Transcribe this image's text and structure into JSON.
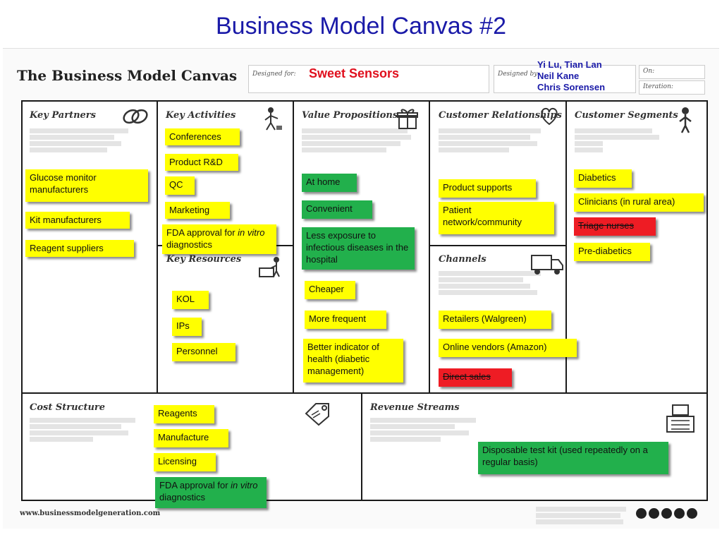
{
  "slide_title": "Business Model Canvas #2",
  "canvas": {
    "brand": "The Business Model Canvas",
    "designed_for_label": "Designed for:",
    "designed_by_label": "Designed by:",
    "on_label": "On:",
    "iteration_label": "Iteration:",
    "project_name": "Sweet Sensors",
    "authors": [
      "Yi Lu, Tian Lan",
      "Neil Kane",
      "Chris Sorensen"
    ],
    "footer_url": "www.businessmodelgeneration.com"
  },
  "sections": {
    "key_partners": {
      "title": "Key Partners",
      "notes": [
        "Glucose monitor manufacturers",
        "Kit manufacturers",
        "Reagent suppliers"
      ]
    },
    "key_activities": {
      "title": "Key Activities",
      "notes": [
        "Conferences",
        "Product R&D",
        "QC",
        "Marketing"
      ],
      "fda_note": {
        "before": "FDA approval for ",
        "italic": "in vitro",
        "after": " diagnostics"
      }
    },
    "key_resources": {
      "title": "Key Resources",
      "notes": [
        "KOL",
        "IPs",
        "Personnel"
      ]
    },
    "value_propositions": {
      "title": "Value Propositions",
      "notes": [
        "At home",
        "Convenient",
        "Less exposure to infectious diseases in the hospital",
        "Cheaper",
        "More frequent",
        "Better indicator of health (diabetic management)"
      ]
    },
    "customer_relationships": {
      "title": "Customer Relationships",
      "notes": [
        "Product supports",
        "Patient network/community"
      ]
    },
    "channels": {
      "title": "Channels",
      "notes": [
        "Retailers (Walgreen)",
        "Online vendors (Amazon)",
        "Direct sales"
      ]
    },
    "customer_segments": {
      "title": "Customer Segments",
      "notes": [
        "Diabetics",
        "Clinicians (in rural area)",
        "Triage nurses",
        "Pre-diabetics"
      ]
    },
    "cost_structure": {
      "title": "Cost Structure",
      "notes": [
        "Reagents",
        "Manufacture",
        "Licensing"
      ],
      "fda_note": {
        "before": "FDA approval for ",
        "italic": "in vitro",
        "after": " diagnostics"
      }
    },
    "revenue_streams": {
      "title": "Revenue Streams",
      "notes": [
        "Disposable test kit (used repeatedly on a regular basis)"
      ]
    }
  },
  "colors": {
    "title_blue": "#1a1aa8",
    "project_red": "#e0101e",
    "note_yellow": "#ffff00",
    "note_green": "#22b04c",
    "note_red": "#ee1c24"
  }
}
